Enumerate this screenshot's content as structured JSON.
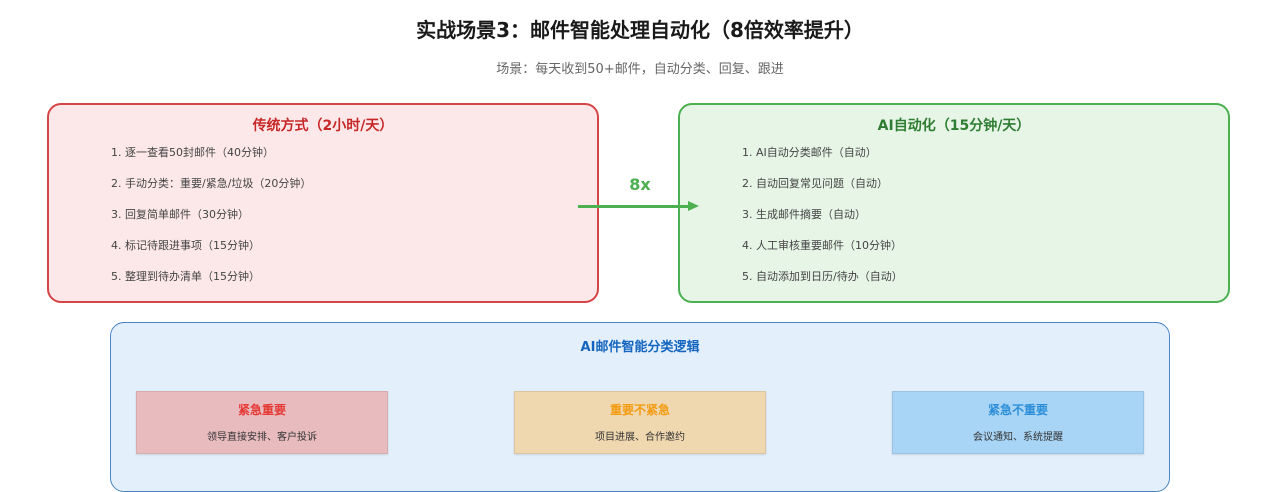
{
  "header": {
    "title": "实战场景3：邮件智能处理自动化（8倍效率提升）",
    "subtitle": "场景：每天收到50+邮件，自动分类、回复、跟进"
  },
  "traditional": {
    "title": "传统方式（2小时/天）",
    "color": "#d64545",
    "steps": [
      "1. 逐一查看50封邮件（40分钟）",
      "2. 手动分类：重要/紧急/垃圾（20分钟）",
      "3. 回复简单邮件（30分钟）",
      "4. 标记待跟进事项（15分钟）",
      "5. 整理到待办清单（15分钟）"
    ]
  },
  "comparison": {
    "ratio_label": "8x",
    "arrow_icon": "arrow-right-icon",
    "color": "#4caf50"
  },
  "automated": {
    "title": "AI自动化（15分钟/天）",
    "color": "#4caf50",
    "steps": [
      "1. AI自动分类邮件（自动）",
      "2. 自动回复常见问题（自动）",
      "3. 生成邮件摘要（自动）",
      "4. 人工审核重要邮件（10分钟）",
      "5. 自动添加到日历/待办（自动）"
    ]
  },
  "classification": {
    "title": "AI邮件智能分类逻辑",
    "categories": [
      {
        "title": "紧急重要",
        "description": "领导直接安排、客户投诉",
        "title_color": "#e53935",
        "bg_color": "#e8bcbf"
      },
      {
        "title": "重要不紧急",
        "description": "项目进展、合作邀约",
        "title_color": "#f39c12",
        "bg_color": "#efd7b0"
      },
      {
        "title": "紧急不重要",
        "description": "会议通知、系统提醒",
        "title_color": "#2e8fd8",
        "bg_color": "#a8d4f5"
      }
    ]
  }
}
